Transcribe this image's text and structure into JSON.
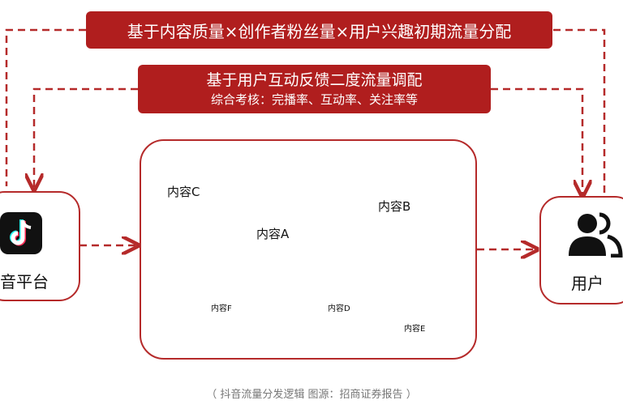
{
  "banners": {
    "top": "基于内容质量×创作者粉丝量×用户兴趣初期流量分配",
    "mid_line1": "基于用户互动反馈二度流量调配",
    "mid_line2": "综合考核：完播率、互动率、关注率等"
  },
  "platform": {
    "label": "音平台",
    "icon": "tiktok-logo-icon"
  },
  "user": {
    "label": "用户",
    "icon": "users-icon"
  },
  "contents": {
    "a": "内容A",
    "b": "内容B",
    "c": "内容C",
    "d": "内容D",
    "e": "内容E",
    "f": "内容F"
  },
  "caption": "（ 抖音流量分发逻辑 图源：招商证券报告 ）",
  "colors": {
    "accent": "#b01e1e",
    "border": "#b52a2a"
  }
}
